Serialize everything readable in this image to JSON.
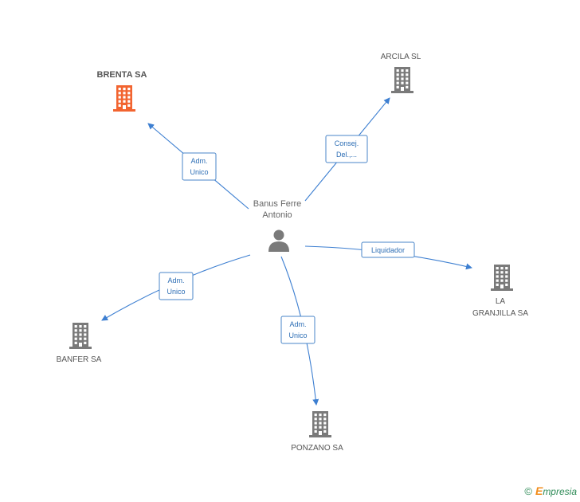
{
  "person": {
    "name_line1": "Banus Ferre",
    "name_line2": "Antonio"
  },
  "companies": {
    "brenta": {
      "name": "BRENTA SA",
      "color": "#f26430"
    },
    "arcila": {
      "name": "ARCILA SL",
      "color": "#7a7a7a"
    },
    "granjilla": {
      "name_line1": "LA",
      "name_line2": "GRANJILLA SA",
      "color": "#7a7a7a"
    },
    "banfer": {
      "name": "BANFER SA",
      "color": "#7a7a7a"
    },
    "ponzano": {
      "name": "PONZANO SA",
      "color": "#7a7a7a"
    }
  },
  "edges": {
    "brenta": {
      "line1": "Adm.",
      "line2": "Unico"
    },
    "arcila": {
      "line1": "Consej.",
      "line2": "Del.,..."
    },
    "granjilla": {
      "line1": "Liquidador"
    },
    "banfer": {
      "line1": "Adm.",
      "line2": "Unico"
    },
    "ponzano": {
      "line1": "Adm.",
      "line2": "Unico"
    }
  },
  "footer": {
    "copyright": "©",
    "brand_initial": "E",
    "brand_rest": "mpresia"
  },
  "colors": {
    "edge": "#3d7fd1",
    "person_icon": "#7a7a7a"
  }
}
